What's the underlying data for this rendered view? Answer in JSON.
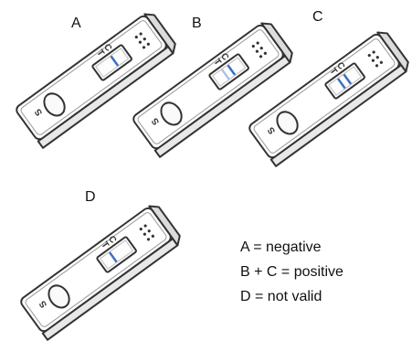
{
  "tests": [
    {
      "id": "A",
      "label": "A",
      "s_letter": "S",
      "c_letter": "C",
      "t_letter": "T",
      "lines": [
        "C"
      ]
    },
    {
      "id": "B",
      "label": "B",
      "s_letter": "S",
      "c_letter": "C",
      "t_letter": "T",
      "lines": [
        "C",
        "T-faint"
      ]
    },
    {
      "id": "C",
      "label": "C",
      "s_letter": "S",
      "c_letter": "C",
      "t_letter": "T",
      "lines": [
        "C",
        "T"
      ]
    },
    {
      "id": "D",
      "label": "D",
      "s_letter": "S",
      "c_letter": "C",
      "t_letter": "T",
      "lines": [
        "T"
      ]
    }
  ],
  "legend": [
    "A = negative",
    "B + C = positive",
    "D = not valid"
  ],
  "colors": {
    "outline": "#333333",
    "cassette_top": "#ffffff",
    "cassette_side": "#e8e8e8",
    "line_strong": "#3a6fc4",
    "line_faint": "#a9c3ea"
  }
}
